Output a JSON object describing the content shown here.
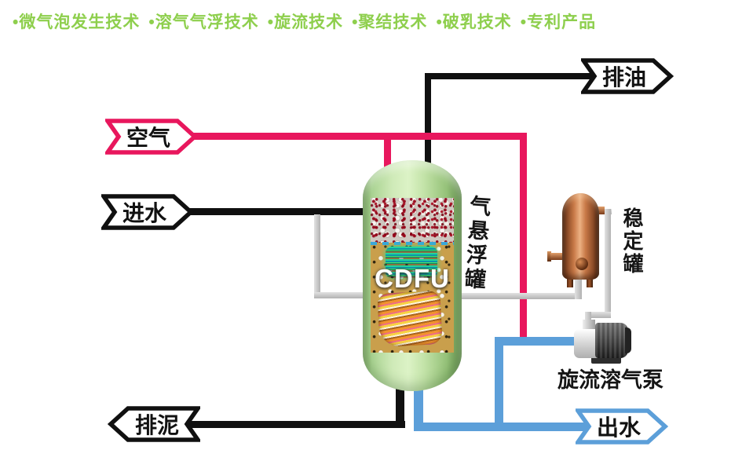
{
  "header": {
    "items": [
      "•微气泡发生技术",
      "•溶气气浮技术",
      "•旋流技术",
      "•聚结技术",
      "•破乳技术",
      "•专利产品"
    ]
  },
  "banners": {
    "air": {
      "label": "空气"
    },
    "inlet": {
      "label": "进水"
    },
    "oil": {
      "label": "排油"
    },
    "sludge": {
      "label": "排泥"
    },
    "outlet": {
      "label": "出水"
    }
  },
  "equipment": {
    "flotation_tank": {
      "label": "气悬浮罐",
      "body_text": "CDFU"
    },
    "stabilization_tank": {
      "label": "稳定罐"
    },
    "pump": {
      "label": "旋流溶气泵"
    }
  },
  "colors": {
    "header_green": "#8ECF4D",
    "air_pink": "#E8175D",
    "water_blue": "#5C9FD9",
    "line_black": "#101010",
    "pipe_gray": "#C8C8C8",
    "tank_green": "#BDE0A4",
    "copper": "#B06A3E"
  }
}
